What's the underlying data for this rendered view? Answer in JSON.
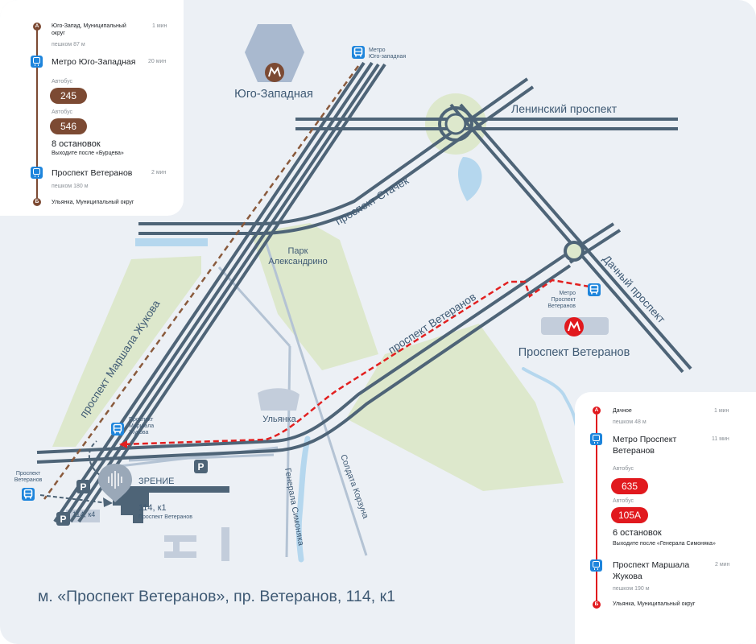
{
  "colors": {
    "background": "#ecf0f5",
    "road": "#4e6477",
    "park": "#dde8cc",
    "water": "#b5d7ee",
    "metro_red": "#e1191e",
    "metro_brown": "#7c4a33",
    "bus_blue": "#1e85dc",
    "label": "#3f5a74",
    "route_dashed": "#e22020"
  },
  "route_from_yugo_zapadnaya": {
    "start": {
      "letter": "А",
      "name": "Юго-Запад, Муниципальный округ",
      "time": "1 мин",
      "walk": "пешком 87 м"
    },
    "board": {
      "icon": "bus-stop-icon",
      "name": "Метро Юго-Западная",
      "time": "20 мин"
    },
    "buses": [
      {
        "type": "Автобус",
        "number": "245"
      },
      {
        "type": "Автобус",
        "number": "546"
      }
    ],
    "stops_count": "8 остановок",
    "exit_after": "Выходите после «Бурцева»",
    "alight": {
      "icon": "bus-stop-icon",
      "name": "Проспект Ветеранов",
      "time": "2 мин",
      "walk": "пешком 180 м"
    },
    "end": {
      "letter": "Б",
      "name": "Ульянка, Муниципальный округ"
    }
  },
  "route_from_prospekt_veteranov": {
    "start": {
      "letter": "А",
      "name": "Дачное",
      "time": "1 мин",
      "walk": "пешком 48 м"
    },
    "board": {
      "icon": "bus-stop-icon",
      "name_line1": "Метро Проспект",
      "name_line2": "Ветеранов",
      "time": "11 мин"
    },
    "buses": [
      {
        "type": "Автобус",
        "number": "635"
      },
      {
        "type": "Автобус",
        "number": "105А"
      }
    ],
    "stops_count": "6 остановок",
    "exit_after": "Выходите после «Генерала Симоняка»",
    "alight": {
      "icon": "bus-stop-icon",
      "name_line1": "Проспект Маршала",
      "name_line2": "Жукова",
      "time": "2 мин",
      "walk": "пешком 190 м"
    },
    "end": {
      "letter": "Б",
      "name": "Ульянка, Муниципальный округ"
    }
  },
  "map": {
    "metro_yugo_zapadnaya": {
      "icon": "metro-icon",
      "label": "Юго-Западная"
    },
    "metro_prospekt_veteranov": {
      "icon": "metro-icon",
      "label": "Проспект Ветеранов"
    },
    "streets": {
      "leninsky": "Ленинский проспект",
      "stachek": "проспект Стачек",
      "dachny": "Дачный проспект",
      "veteranov": "проспект Ветеранов",
      "zhukova": "проспект Маршала Жукова",
      "simonyaka": "Генерала Симоняка",
      "korzuna": "Солдата Корзуна"
    },
    "park": {
      "line1": "Парк",
      "line2": "Александрино"
    },
    "district": "Ульянка",
    "bus_stops": [
      {
        "id": "metro-yugo-zapadnaya",
        "icon": "bus-stop-icon",
        "line1": "Метро",
        "line2": "Юго-западная"
      },
      {
        "id": "metro-prospekt-veteranov",
        "icon": "bus-stop-icon",
        "line1": "Метро",
        "line2": "Проспект",
        "line3": "Ветеранов"
      },
      {
        "id": "prospekt-marshala-zhukova",
        "icon": "bus-stop-icon",
        "line1": "Проспект",
        "line2": "Маршала",
        "line3": "Жукова"
      },
      {
        "id": "prospekt-veteranov",
        "icon": "bus-stop-icon",
        "line1": "Проспект",
        "line2": "Ветеранов"
      }
    ],
    "parking_label": "P",
    "destination": {
      "icon": "zrenie-logo-icon",
      "name": "ЗРЕНИЕ",
      "building": "114, к1",
      "street": "Проспект Ветеранов"
    },
    "neighbor_building": "114, к4"
  },
  "address": "м. «Проспект Ветеранов», пр. Ветеранов, 114, к1"
}
